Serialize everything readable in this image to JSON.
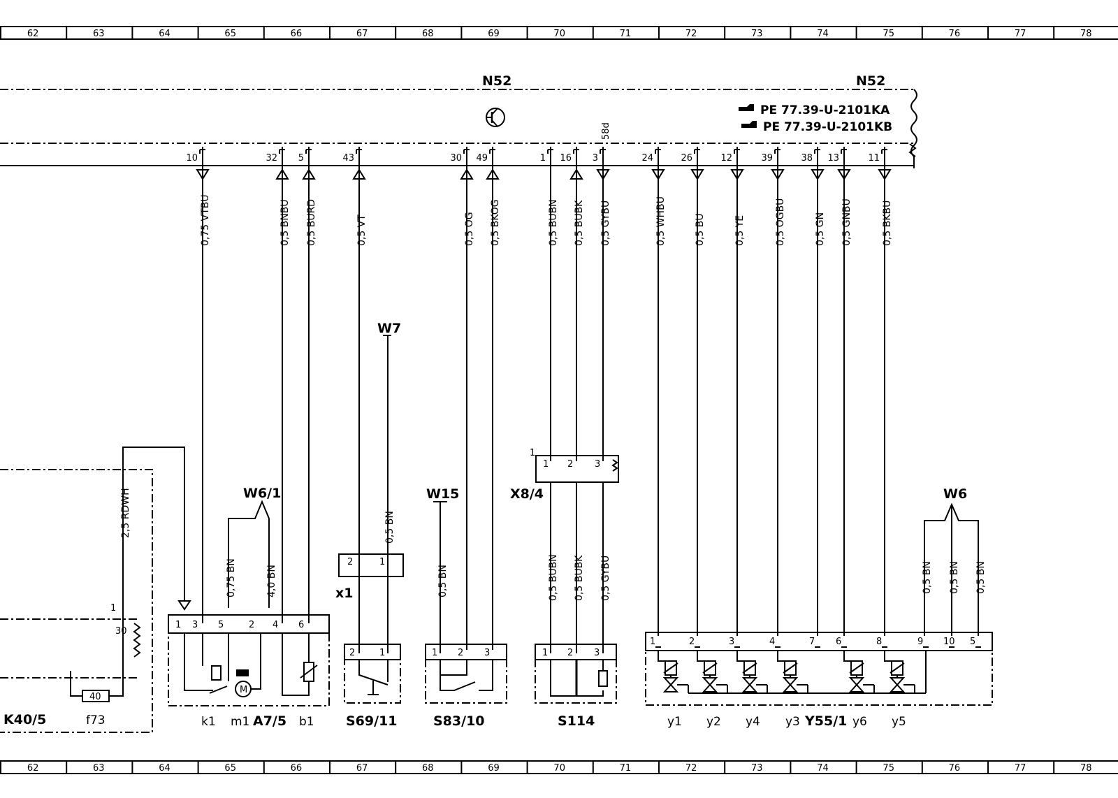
{
  "grid": {
    "columns": [
      "62",
      "63",
      "64",
      "65",
      "66",
      "67",
      "68",
      "69",
      "70",
      "71",
      "72",
      "73",
      "74",
      "75",
      "76",
      "77",
      "78"
    ]
  },
  "control_unit": {
    "label_left": "N52",
    "label_right": "N52",
    "refs": [
      "PE  77.39-U-2101KA",
      "PE  77.39-U-2101KB"
    ],
    "ref_icon": "pointing-hand-icon",
    "pin_58d": "58d",
    "pins": [
      {
        "pin": "10",
        "wire": "0,75  VTBU"
      },
      {
        "pin": "32",
        "wire": "0,5  BNBU"
      },
      {
        "pin": "5",
        "wire": "0,5  BURD"
      },
      {
        "pin": "43",
        "wire": "0,5  VT"
      },
      {
        "pin": "30",
        "wire": "0,5  OG"
      },
      {
        "pin": "49",
        "wire": "0,5  BKOG"
      },
      {
        "pin": "1",
        "wire": "0,5  BUBN"
      },
      {
        "pin": "16",
        "wire": "0,5  BUBK"
      },
      {
        "pin": "3",
        "wire": "0,5  GYBU"
      },
      {
        "pin": "24",
        "wire": "0,5  WHBU"
      },
      {
        "pin": "26",
        "wire": "0,5  BU"
      },
      {
        "pin": "12",
        "wire": "0,5  YE"
      },
      {
        "pin": "39",
        "wire": "0,5  OGBU"
      },
      {
        "pin": "38",
        "wire": "0,5  GN"
      },
      {
        "pin": "13",
        "wire": "0,5  GNBU"
      },
      {
        "pin": "11",
        "wire": "0,5  BKBU"
      }
    ]
  },
  "grounds": {
    "W7": {
      "label": "W7",
      "wire": "0,5  BN"
    },
    "W15": {
      "label": "W15",
      "wire": "0,5  BN"
    },
    "W6_1": {
      "label": "W6/1",
      "wires": [
        "0,75  BN",
        "4,0  BN"
      ]
    },
    "W6": {
      "label": "W6",
      "wires": [
        "0,5  BN",
        "0,5  BN",
        "0,5  BN"
      ]
    }
  },
  "connectors": {
    "X8_4": {
      "label": "X8/4",
      "pins": [
        "1",
        "2",
        "3"
      ],
      "side_pin": "1",
      "wires": [
        "0,5  BUBN",
        "0,5  BUBK",
        "0,5  GYBU"
      ]
    },
    "x1": {
      "label": "x1",
      "pins": [
        "2",
        "1"
      ]
    }
  },
  "components": {
    "K40_5": {
      "label": "K40/5",
      "fuse": "f73",
      "fuse_value": "40",
      "pins": [
        "1",
        "30"
      ],
      "wire": "2,5  RDWH"
    },
    "A7_5": {
      "label": "A7/5",
      "pins": [
        "1",
        "3",
        "5",
        "2",
        "4",
        "6"
      ],
      "subs": [
        "k1",
        "m1",
        "b1"
      ]
    },
    "S69_11": {
      "label": "S69/11",
      "pins": [
        "2",
        "1"
      ]
    },
    "S83_10": {
      "label": "S83/10",
      "pins": [
        "1",
        "2",
        "3"
      ]
    },
    "S114": {
      "label": "S114",
      "pins": [
        "1",
        "2",
        "3"
      ]
    },
    "Y55_1": {
      "label": "Y55/1",
      "pins": [
        "1",
        "2",
        "3",
        "4",
        "7",
        "6",
        "8",
        "9",
        "10",
        "5"
      ],
      "subs": [
        "y1",
        "y2",
        "y4",
        "y3",
        "y6",
        "y5"
      ]
    }
  }
}
